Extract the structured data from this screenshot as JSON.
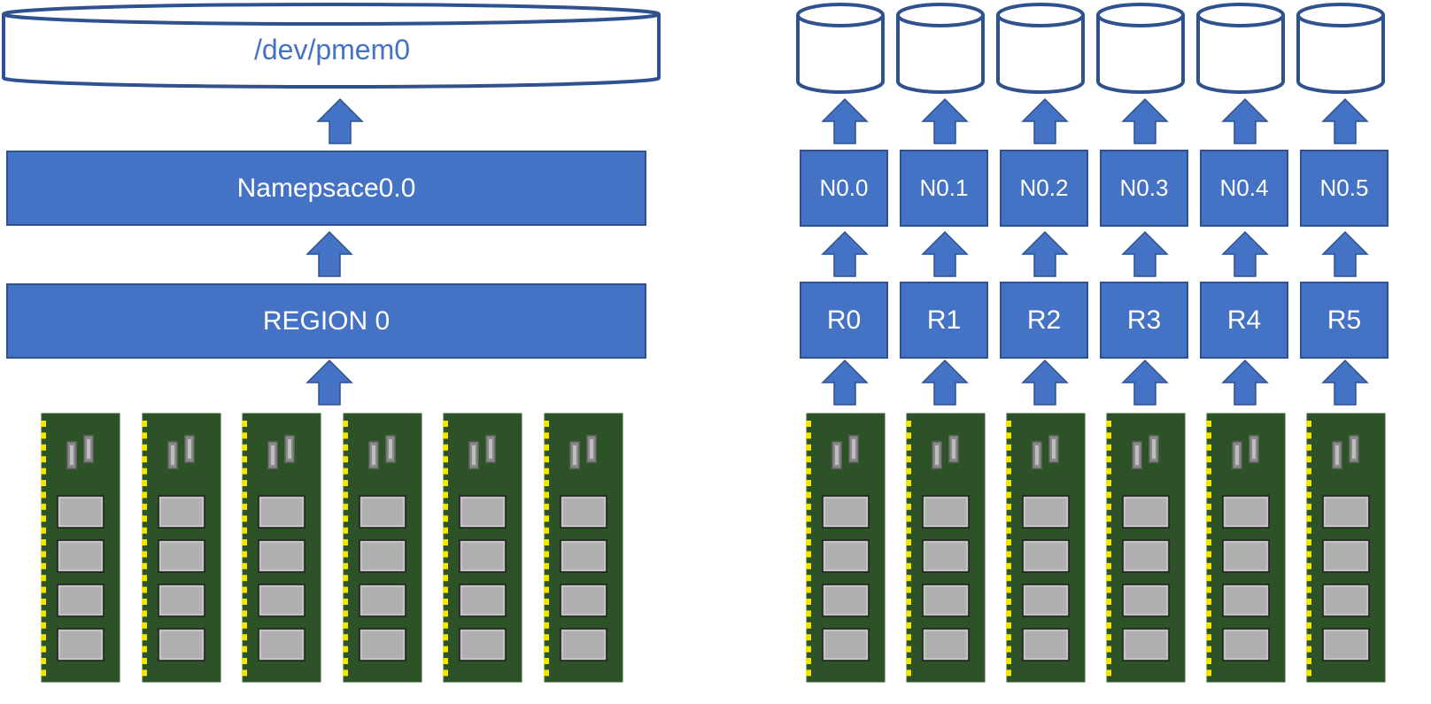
{
  "colors": {
    "accent_fill": "#4472c4",
    "accent_border": "#2f528f",
    "pcb_green": "#2e5228",
    "contact_gold": "#f2e600",
    "chip_gray": "#b0b0b0"
  },
  "left": {
    "device_label": "/dev/pmem0",
    "namespace_label": "Namepsace0.0",
    "region_label": "REGION 0",
    "dimm_count": 6
  },
  "right": {
    "namespaces": [
      "N0.0",
      "N0.1",
      "N0.2",
      "N0.3",
      "N0.4",
      "N0.5"
    ],
    "regions": [
      "R0",
      "R1",
      "R2",
      "R3",
      "R4",
      "R5"
    ],
    "device_icon": "cylinder-disk-icon",
    "dimm_count": 6
  },
  "icons": {
    "arrow": "arrow-up-icon",
    "dimm": "dimm-memory-module-icon"
  }
}
